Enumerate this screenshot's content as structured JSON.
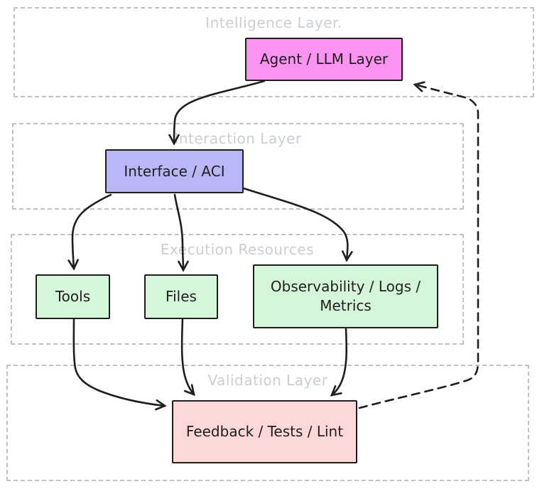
{
  "layers": {
    "intelligence": {
      "title": "Intelligence Layer."
    },
    "interaction": {
      "title": "Interaction Layer"
    },
    "execution": {
      "title": "Execution Resources"
    },
    "validation": {
      "title": "Validation Layer"
    }
  },
  "nodes": {
    "agent": {
      "label": "Agent / LLM Layer",
      "fill": "#fa94f0"
    },
    "interface": {
      "label": "Interface / ACI",
      "fill": "#b9b7f6"
    },
    "tools": {
      "label": "Tools",
      "fill": "#d6f6da"
    },
    "files": {
      "label": "Files",
      "fill": "#d6f6da"
    },
    "observability": {
      "label": "Observability / Logs / Metrics",
      "fill": "#d6f6da"
    },
    "feedback": {
      "label": "Feedback / Tests / Lint",
      "fill": "#fdd8d8"
    }
  },
  "edges": [
    {
      "from": "Agent / LLM Layer",
      "to": "Interface / ACI",
      "style": "solid"
    },
    {
      "from": "Interface / ACI",
      "to": "Tools",
      "style": "solid"
    },
    {
      "from": "Interface / ACI",
      "to": "Files",
      "style": "solid"
    },
    {
      "from": "Interface / ACI",
      "to": "Observability / Logs / Metrics",
      "style": "solid"
    },
    {
      "from": "Tools",
      "to": "Feedback / Tests / Lint",
      "style": "solid"
    },
    {
      "from": "Files",
      "to": "Feedback / Tests / Lint",
      "style": "solid"
    },
    {
      "from": "Observability / Logs / Metrics",
      "to": "Feedback / Tests / Lint",
      "style": "solid"
    },
    {
      "from": "Feedback / Tests / Lint",
      "to": "Agent / LLM Layer",
      "style": "dashed"
    }
  ],
  "colors": {
    "stroke": "#1e1e1e",
    "layer_border": "#bcc0c4",
    "layer_title": "#c9ced3",
    "background": "#ffffff"
  }
}
